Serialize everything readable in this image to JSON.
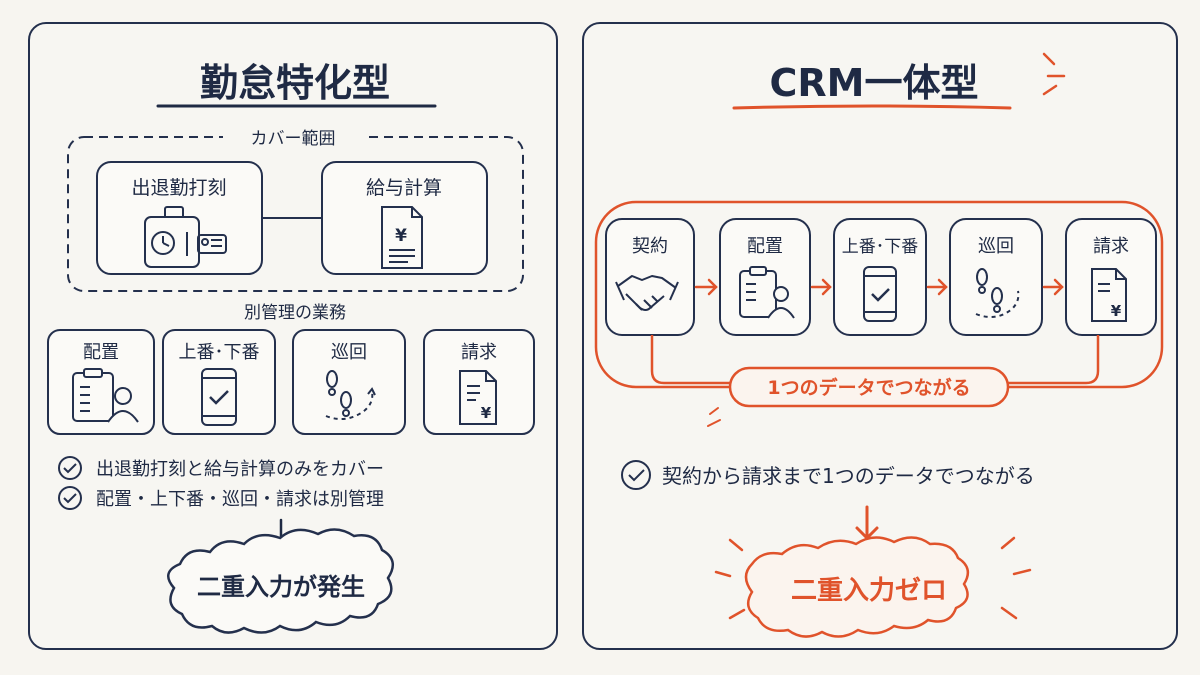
{
  "left": {
    "title": "勤怠特化型",
    "coverage_label": "カバー範囲",
    "covered": [
      "出退勤打刻",
      "給与計算"
    ],
    "separate_label": "別管理の業務",
    "separate": [
      "配置",
      "上番･下番",
      "巡回",
      "請求"
    ],
    "checks": [
      "出退勤打刻と給与計算のみをカバー",
      "配置・上下番・巡回・請求は別管理"
    ],
    "result": "二重入力が発生",
    "yen": "¥"
  },
  "right": {
    "title": "CRM一体型",
    "flow": [
      "契約",
      "配置",
      "上番･下番",
      "巡回",
      "請求"
    ],
    "connector_label": "1つのデータでつながる",
    "check": "契約から請求まで1つのデータでつながる",
    "result": "二重入力ゼロ",
    "yen": "¥"
  },
  "colors": {
    "navy": "#1f2a44",
    "accent": "#e0532b",
    "background": "#f7f5f0"
  }
}
